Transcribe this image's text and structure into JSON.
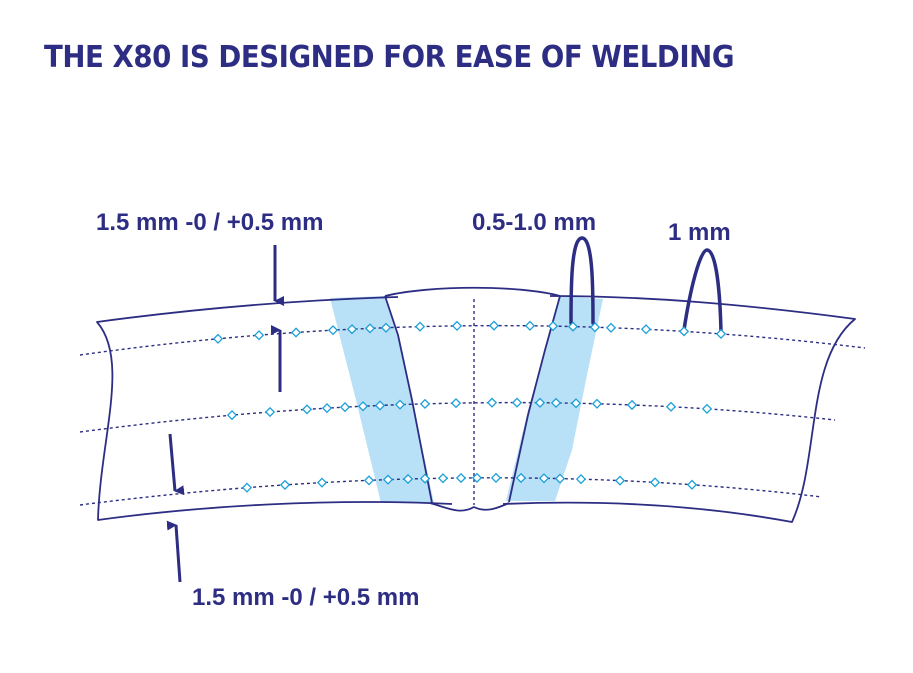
{
  "title": "THE X80 IS DESIGNED FOR EASE OF WELDING",
  "labels": {
    "top_thickness": "1.5 mm -0 / +0.5 mm",
    "gap": "0.5-1.0 mm",
    "offset": "1 mm",
    "bottom_thickness": "1.5 mm -0 / +0.5 mm"
  },
  "colors": {
    "navy": "#2d2e83",
    "weld_zone": "#b8e0f7",
    "marker": "#1ba0d8"
  }
}
